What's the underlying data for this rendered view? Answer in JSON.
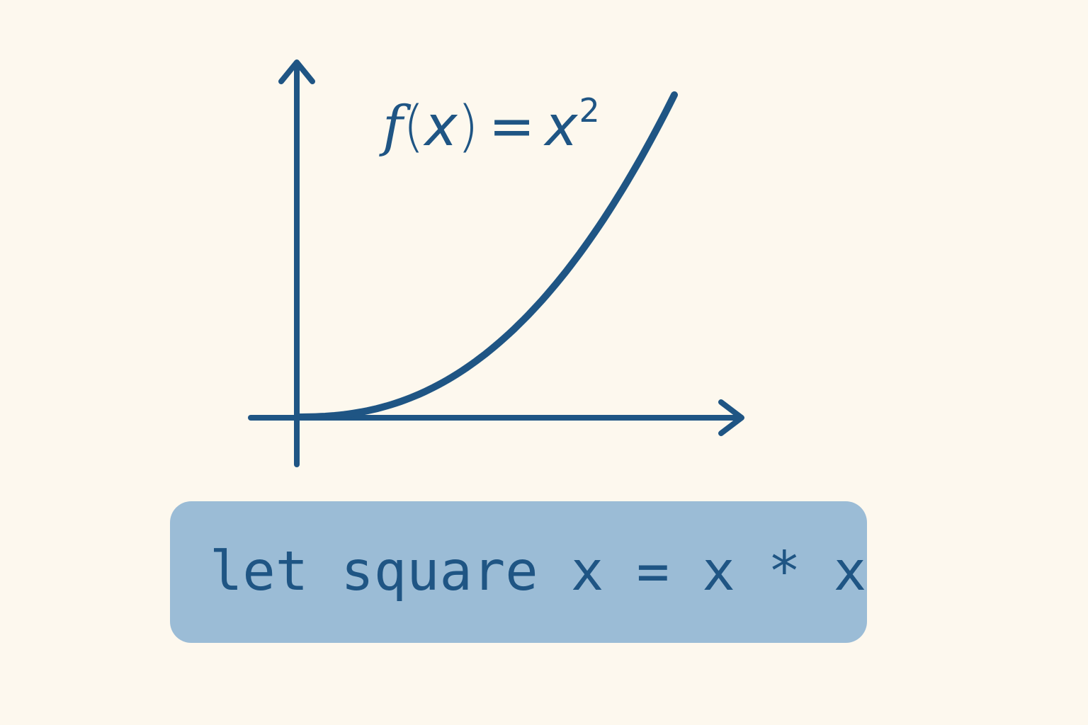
{
  "formula": {
    "func": "f",
    "open_paren": "(",
    "var": "x",
    "close_paren": ")",
    "equals": "=",
    "base": "x",
    "exponent": "2"
  },
  "code": {
    "text": "let square x = x * x"
  },
  "colors": {
    "background": "#fdf8ee",
    "stroke": "#1f5584",
    "code_box": "#9bbcd6"
  }
}
